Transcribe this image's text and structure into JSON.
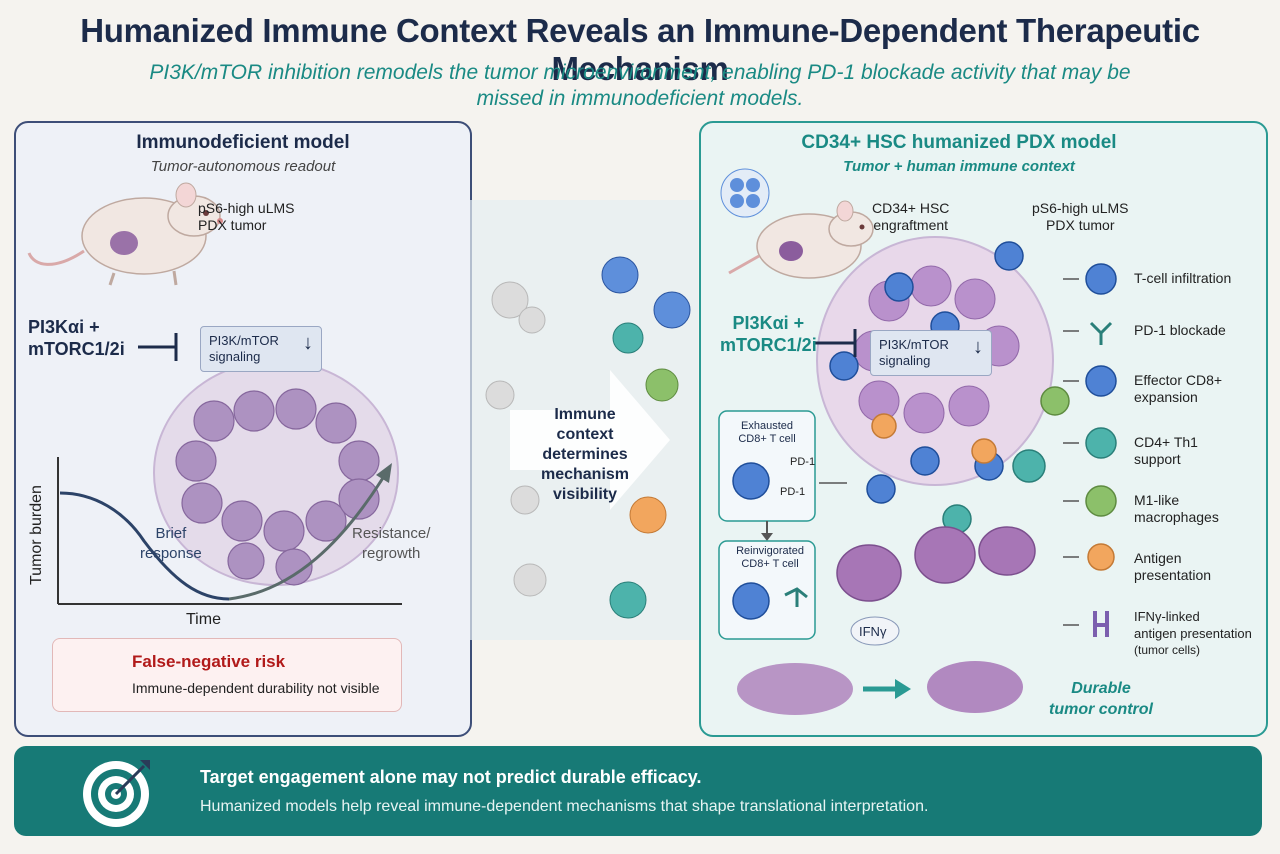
{
  "title": "Humanized Immune Context Reveals an Immune-Dependent Therapeutic Mechanism",
  "subtitle": "PI3K/mTOR inhibition remodels the tumor microenvironment, enabling PD-1 blockade activity that may be missed in immunodeficient models.",
  "left": {
    "title": "Immunodeficient model",
    "subtitle": "Tumor-autonomous readout",
    "tumor_label_1": "pS6-high uLMS",
    "tumor_label_2": "PDX tumor",
    "inhibitor_1": "PI3Kαi +",
    "inhibitor_2": "mTORC1/2i",
    "signal_1": "PI3K/mTOR",
    "signal_2": "signaling",
    "chart": {
      "ylabel": "Tumor burden",
      "xlabel": "Time",
      "response_1": "Brief",
      "response_2": "response",
      "regrowth_1": "Resistance/",
      "regrowth_2": "regrowth"
    },
    "risk_title": "False-negative risk",
    "risk_text": "Immune-dependent durability not visible"
  },
  "center": {
    "line1": "Immune",
    "line2": "context",
    "line3": "determines",
    "line4": "mechanism",
    "line5": "visibility"
  },
  "right": {
    "title": "CD34+ HSC humanized PDX model",
    "subtitle": "Tumor + human immune context",
    "engraft_1": "CD34+ HSC",
    "engraft_2": "engraftment",
    "tumor_label_1": "pS6-high uLMS",
    "tumor_label_2": "PDX tumor",
    "inhibitor_1": "PI3Kαi +",
    "inhibitor_2": "mTORC1/2i",
    "signal_1": "PI3K/mTOR",
    "signal_2": "signaling",
    "exhausted_1": "Exhausted",
    "exhausted_2": "CD8+ T cell",
    "pd1_a": "PD-1",
    "pd1_b": "PD-1",
    "reinvig_1": "Reinvigorated",
    "reinvig_2": "CD8+ T cell",
    "ifng": "IFNγ",
    "durable_1": "Durable",
    "durable_2": "tumor control",
    "legend": [
      {
        "l1": "T-cell infiltration",
        "l2": "",
        "l3": "",
        "icon": "t-cell"
      },
      {
        "l1": "PD-1 blockade",
        "l2": "",
        "l3": "",
        "icon": "antibody"
      },
      {
        "l1": "Effector CD8+",
        "l2": "expansion",
        "l3": "",
        "icon": "cd8-cell"
      },
      {
        "l1": "CD4+ Th1",
        "l2": "support",
        "l3": "",
        "icon": "cd4-cell"
      },
      {
        "l1": "M1-like",
        "l2": "macrophages",
        "l3": "",
        "icon": "macrophage"
      },
      {
        "l1": "Antigen",
        "l2": "presentation",
        "l3": "",
        "icon": "dendritic-cell"
      },
      {
        "l1": "IFNγ-linked",
        "l2": "antigen presentation",
        "l3": "(tumor cells)",
        "icon": "mhc-receptor"
      }
    ]
  },
  "banner": {
    "main": "Target engagement alone may not predict durable efficacy.",
    "sub": "Humanized models help reveal immune-dependent mechanisms that shape translational interpretation."
  },
  "colors": {
    "navy": "#1c2b4a",
    "teal": "#1a8a84",
    "tumor_purple": "#9b7bb0",
    "tcell_blue": "#3d73c9",
    "risk_red": "#b11a1a"
  }
}
